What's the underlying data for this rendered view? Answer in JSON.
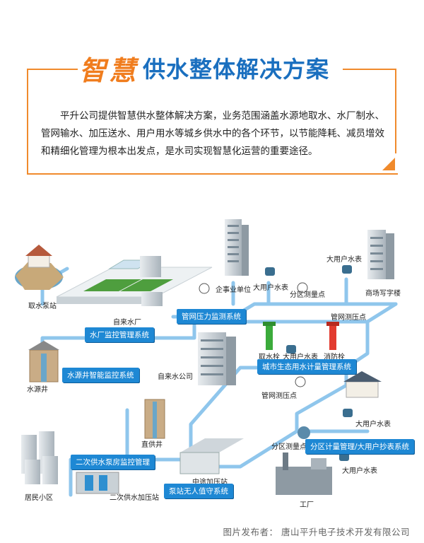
{
  "header": {
    "title_accent": "智慧",
    "title_main": "供水整体解决方案",
    "intro": "平升公司提供智慧供水整体解决方案，业务范围涵盖水源地取水、水厂制水、管网输水、加压送水、用户用水等城乡供水中的各个环节，以节能降耗、减员增效和精细化管理为根本出发点，是水司实现智慧化运营的重要途径。"
  },
  "systems": {
    "water_plant": "水厂监控管理系统",
    "source_well": "水源井智能监控系统",
    "pipe_pressure": "管网压力监测系统",
    "eco_metering": "城市生态用水计量管理系统",
    "secondary_pump": "二次供水泵房监控管理",
    "station_unmanned": "泵站无人值守系统",
    "zone_metering": "分区计量管理/大用户抄表系统"
  },
  "labels": {
    "intake": "取水泵站",
    "plant": "自来水厂",
    "well": "水源井",
    "enterprise": "企事业单位",
    "big_meter_1": "大用户水表",
    "big_meter_top": "大用户水表",
    "zone_point_1": "分区测量点",
    "mall": "商场写字楼",
    "pipe_point_1": "管网测压点",
    "company": "自来水公司",
    "hydrant_take": "取水栓",
    "big_meter_2": "大用户水表",
    "fire_hydrant": "消防栓",
    "pipe_point_2": "管网测压点",
    "deep_well": "直供井",
    "big_meter_3": "大用户水表",
    "zone_point_2": "分区测量点",
    "big_meter_4": "大用户水表",
    "residential": "居民小区",
    "secondary_station": "二次供水加压站",
    "mid_station": "中途加压站",
    "factory": "工厂"
  },
  "footer": "图片发布者：   唐山平升电子技术开发有限公司",
  "colors": {
    "accent": "#f07d1e",
    "brand_blue": "#1a6fbf",
    "pipe": "#8fc6ec",
    "system_bg": "#1e88d4"
  }
}
